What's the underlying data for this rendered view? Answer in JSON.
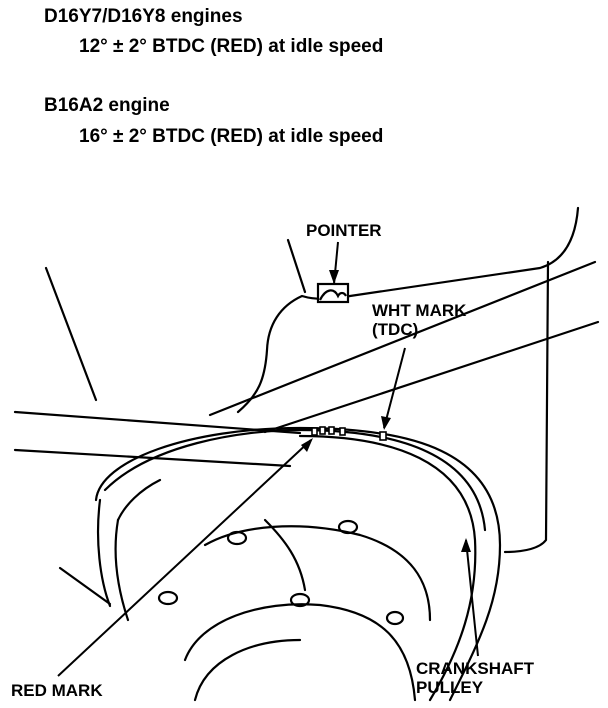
{
  "specs": {
    "group1_title": "D16Y7/D16Y8 engines",
    "group1_value": "12° ± 2° BTDC (RED) at idle speed",
    "group2_title": "B16A2 engine",
    "group2_value": "16° ± 2° BTDC (RED) at idle speed"
  },
  "labels": {
    "pointer": "POINTER",
    "wht_mark_line1": "WHT MARK",
    "wht_mark_line2": "(TDC)",
    "red_mark": "RED MARK",
    "crankshaft_line1": "CRANKSHAFT",
    "crankshaft_line2": "PULLEY"
  },
  "colors": {
    "ink": "#000000",
    "paper": "#ffffff"
  }
}
